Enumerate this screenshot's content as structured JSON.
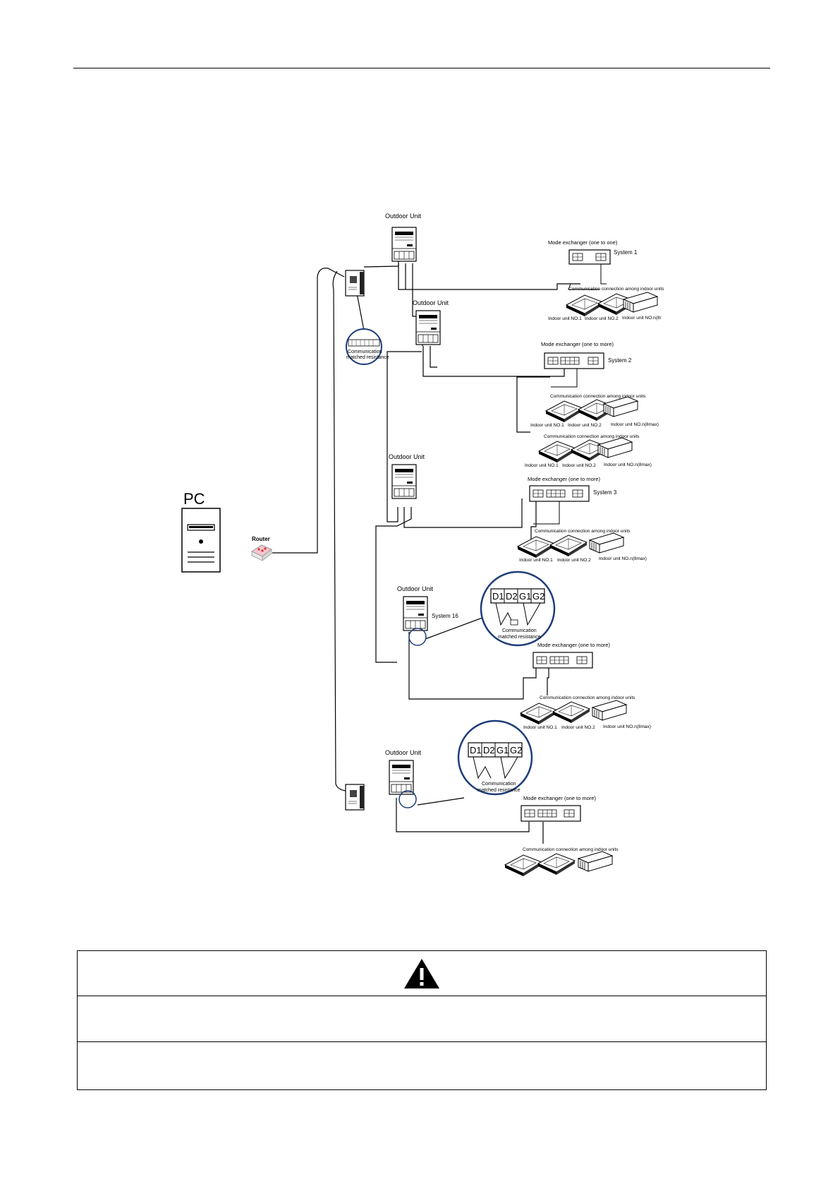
{
  "document": {
    "pc_label": "PC",
    "router_label": "Router",
    "outdoor_unit_label": "Outdoor Unit",
    "systems": [
      {
        "system_label": "System 1",
        "mode_exchanger": "Mode exchanger (one to one)",
        "comm_label": "Communication connection among indoor units",
        "indoor_units": [
          "Indoor unit NO.1",
          "Indoor unit NO.2",
          "Indoor unit NO.n(8r"
        ]
      },
      {
        "system_label": "System 2",
        "mode_exchanger": "Mode exchanger (one to more)",
        "comm_label": "Communication connection among indoor units",
        "comm_label_2": "Communication connection among indoor units",
        "indoor_units": [
          "Indoor unit NO.1",
          "Indoor unit NO.2",
          "Indoor unit NO.n(8max)"
        ],
        "indoor_units_2": [
          "Indoor unit NO.1",
          "Indoor unit NO.2",
          "Indoor unit NO.n(8max)"
        ]
      },
      {
        "system_label": "System 3",
        "mode_exchanger": "Mode exchanger (one to more)",
        "comm_label": "Communication connection among indoor units",
        "indoor_units": [
          "Indoor unit NO.1",
          "Indoor unit NO.2",
          "Indoor unit NO.n(8max)"
        ]
      },
      {
        "system_label": "System 16",
        "mode_exchanger": "Mode exchanger (one to more)",
        "comm_label": "Communication connection among indoor units",
        "indoor_units": [
          "Indoor unit NO.1",
          "Indoor unit NO.2",
          "Indoor unit NO.n(8max)"
        ]
      },
      {
        "system_label": "",
        "mode_exchanger": "Mode exchanger (one to more)",
        "comm_label": "Communication connection among indoor units",
        "indoor_units": [
          "",
          "",
          ""
        ]
      }
    ],
    "terminals": [
      "D1",
      "D2",
      "G1",
      "G2"
    ],
    "resistance_label_1": "Communication",
    "resistance_label_2": "matched resistance",
    "small_res_label_1": "Communication",
    "small_res_label_2": "matched resistance",
    "warning_row_1": "",
    "warning_row_2": ""
  }
}
